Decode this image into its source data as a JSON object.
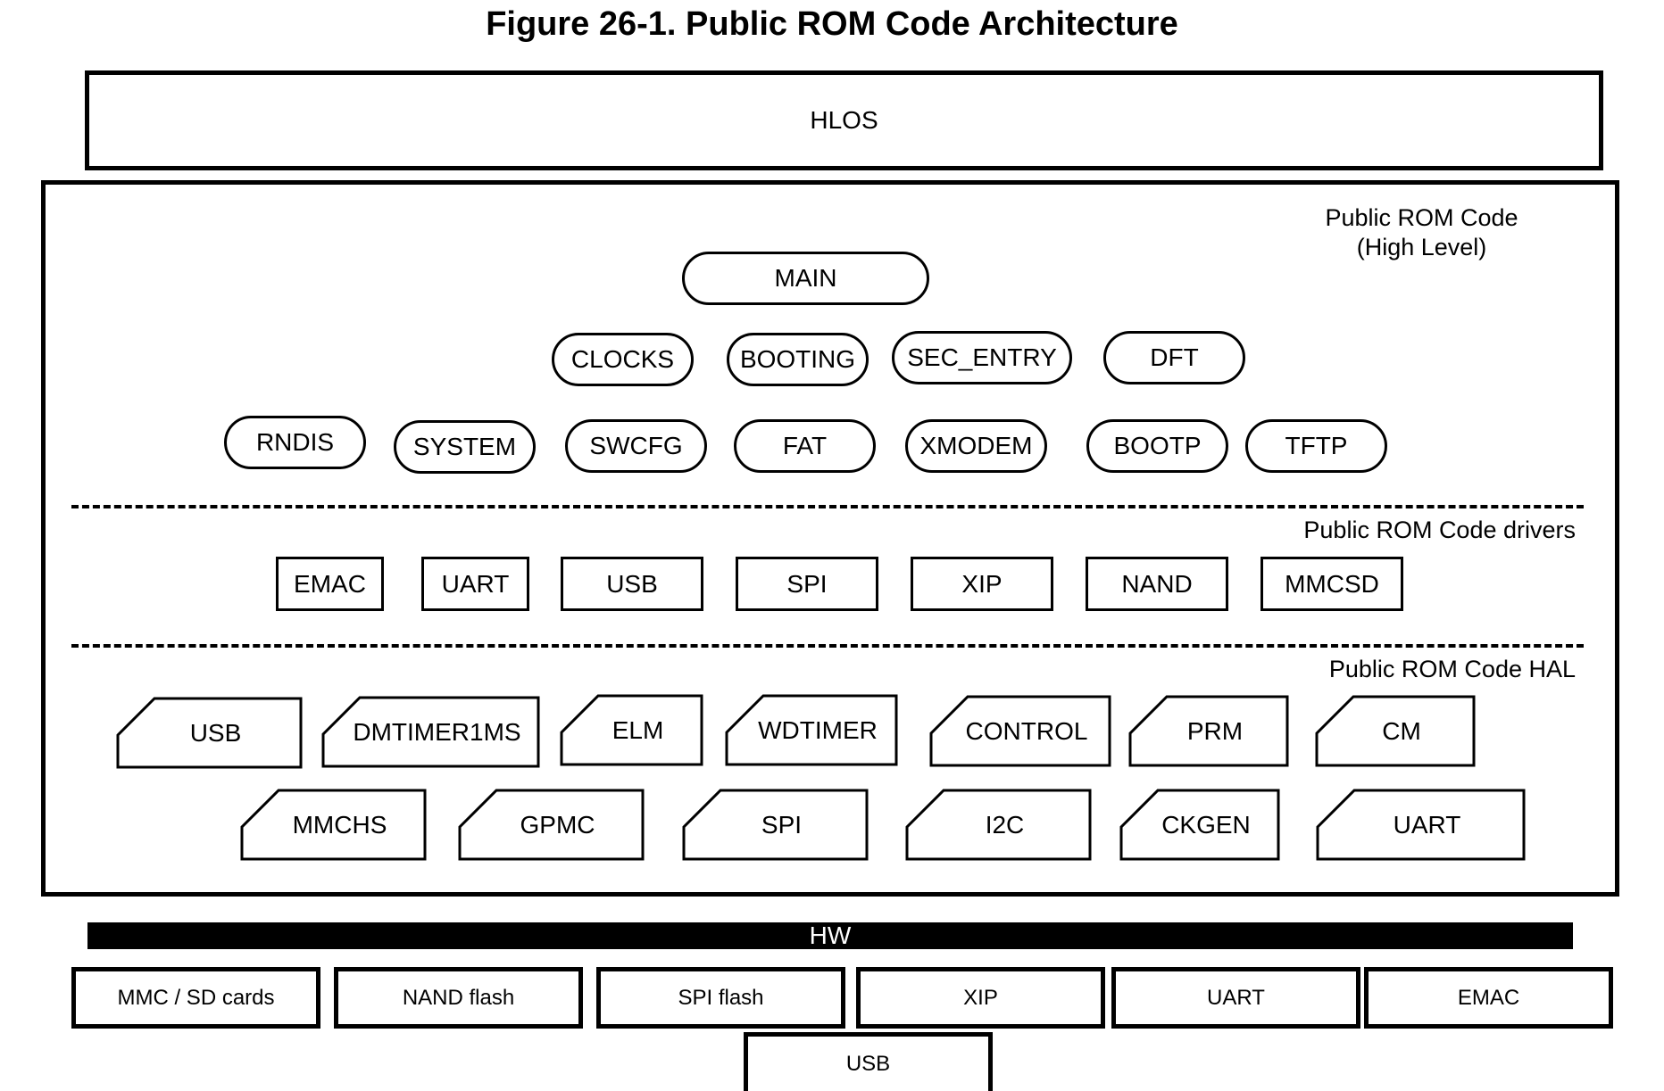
{
  "title": "Figure 26-1. Public ROM Code Architecture",
  "hlos": "HLOS",
  "labels": {
    "high_level": "Public ROM Code\n(High Level)",
    "drivers": "Public ROM Code drivers",
    "hal": "Public ROM Code HAL"
  },
  "high_level": {
    "main": "MAIN",
    "row1": [
      "CLOCKS",
      "BOOTING",
      "SEC_ENTRY",
      "DFT"
    ],
    "row2": [
      "RNDIS",
      "SYSTEM",
      "SWCFG",
      "FAT",
      "XMODEM",
      "BOOTP",
      "TFTP"
    ]
  },
  "drivers": [
    "EMAC",
    "UART",
    "USB",
    "SPI",
    "XIP",
    "NAND",
    "MMCSD"
  ],
  "hal": {
    "row1": [
      "USB",
      "DMTIMER1MS",
      "ELM",
      "WDTIMER",
      "CONTROL",
      "PRM",
      "CM"
    ],
    "row2": [
      "MMCHS",
      "GPMC",
      "SPI",
      "I2C",
      "CKGEN",
      "UART"
    ]
  },
  "hw": {
    "label": "HW",
    "row1": [
      "MMC / SD cards",
      "NAND flash",
      "SPI flash",
      "XIP",
      "UART",
      "EMAC"
    ],
    "row2": [
      "USB"
    ]
  }
}
